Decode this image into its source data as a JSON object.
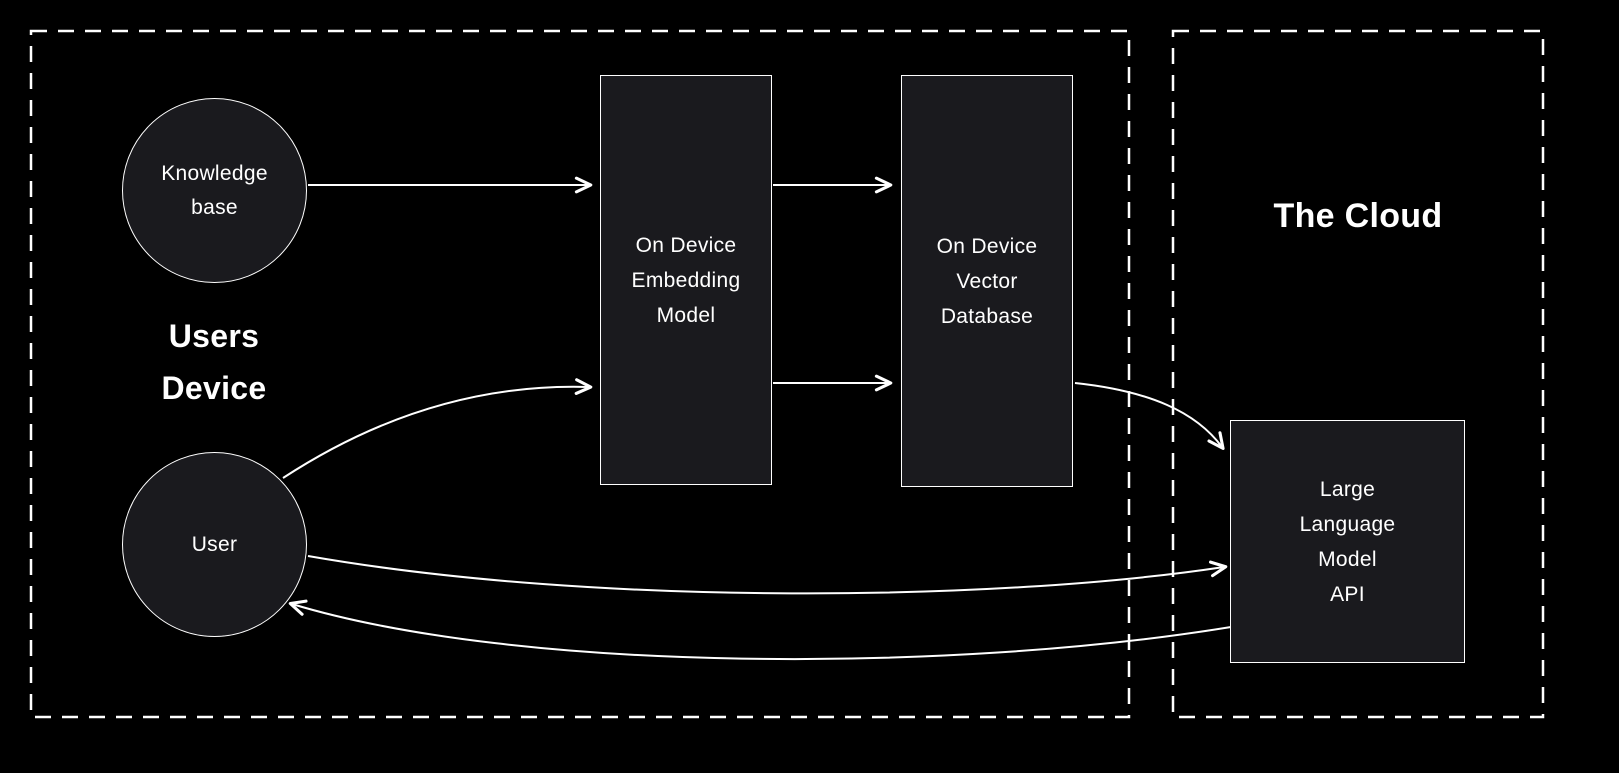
{
  "diagram": {
    "background_color": "#000000",
    "stroke_color": "#ffffff",
    "node_fill_color": "#1a1a1e"
  },
  "groups": {
    "users_device": {
      "lines": [
        "Users",
        "Device"
      ]
    },
    "cloud": {
      "title": "The Cloud"
    }
  },
  "nodes": {
    "knowledge_base": {
      "type": "circle",
      "lines": [
        "Knowledge",
        "base"
      ]
    },
    "user": {
      "type": "circle",
      "label": "User"
    },
    "embedding_model": {
      "type": "rect",
      "lines": [
        "On Device",
        "Embedding",
        "Model"
      ]
    },
    "vector_database": {
      "type": "rect",
      "lines": [
        "On Device",
        "Vector",
        "Database"
      ]
    },
    "llm_api": {
      "type": "rect",
      "lines": [
        "Large",
        "Language",
        "Model",
        "API"
      ]
    }
  },
  "edges": [
    {
      "from": "knowledge_base",
      "to": "embedding_model"
    },
    {
      "from": "embedding_model",
      "to": "vector_database",
      "position": "top"
    },
    {
      "from": "embedding_model",
      "to": "vector_database",
      "position": "bottom"
    },
    {
      "from": "user",
      "to": "embedding_model"
    },
    {
      "from": "vector_database",
      "to": "llm_api"
    },
    {
      "from": "user",
      "to": "llm_api"
    },
    {
      "from": "llm_api",
      "to": "user"
    }
  ]
}
